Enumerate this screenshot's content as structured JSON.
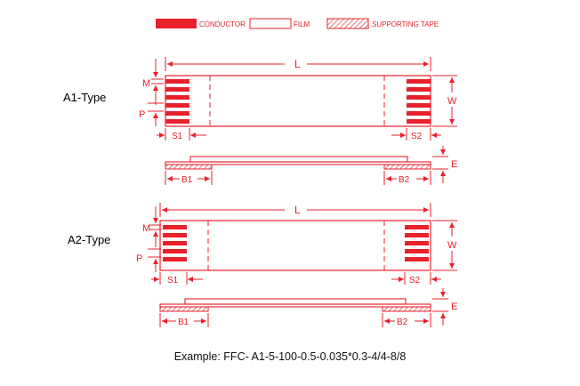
{
  "legend": {
    "conductor": "CONDUCTOR",
    "film": "FILM",
    "supporting_tape": "SUPPORTING TAPE"
  },
  "types": [
    {
      "label": "A1-Type",
      "dims": {
        "length": "L",
        "width": "W",
        "margin": "M",
        "pitch": "P",
        "s1": "S1",
        "s2": "S2",
        "b1": "B1",
        "b2": "B2",
        "thickness": "E"
      }
    },
    {
      "label": "A2-Type",
      "dims": {
        "length": "L",
        "width": "W",
        "margin": "M",
        "pitch": "P",
        "s1": "S1",
        "s2": "S2",
        "b1": "B1",
        "b2": "B2",
        "thickness": "E"
      }
    }
  ],
  "example": "Example: FFC- A1-5-100-0.5-0.035*0.3-4/4-8/8",
  "colors": {
    "drawing": "#e8202a",
    "text": "#000000"
  }
}
